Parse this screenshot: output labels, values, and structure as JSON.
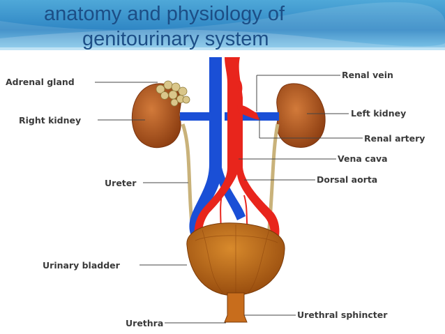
{
  "title": {
    "line1": "anatomy and physiology of",
    "line2": "genitourinary system"
  },
  "labels": {
    "adrenal_gland": "Adrenal gland",
    "right_kidney": "Right kidney",
    "ureter": "Ureter",
    "urinary_bladder": "Urinary bladder",
    "urethra": "Urethra",
    "renal_vein": "Renal vein",
    "left_kidney": "Left kidney",
    "renal_artery": "Renal artery",
    "vena_cava": "Vena cava",
    "dorsal_aorta": "Dorsal aorta",
    "urethral_sphincter": "Urethral sphincter"
  },
  "colors": {
    "header_blue": "#2f86c4",
    "title_text": "#1c4e86",
    "vein_blue": "#1a4fd6",
    "artery_red": "#e8251c",
    "kidney_brown": "#a9541c",
    "bladder_brown": "#b86412",
    "ureter_tan": "#c9b27a"
  }
}
